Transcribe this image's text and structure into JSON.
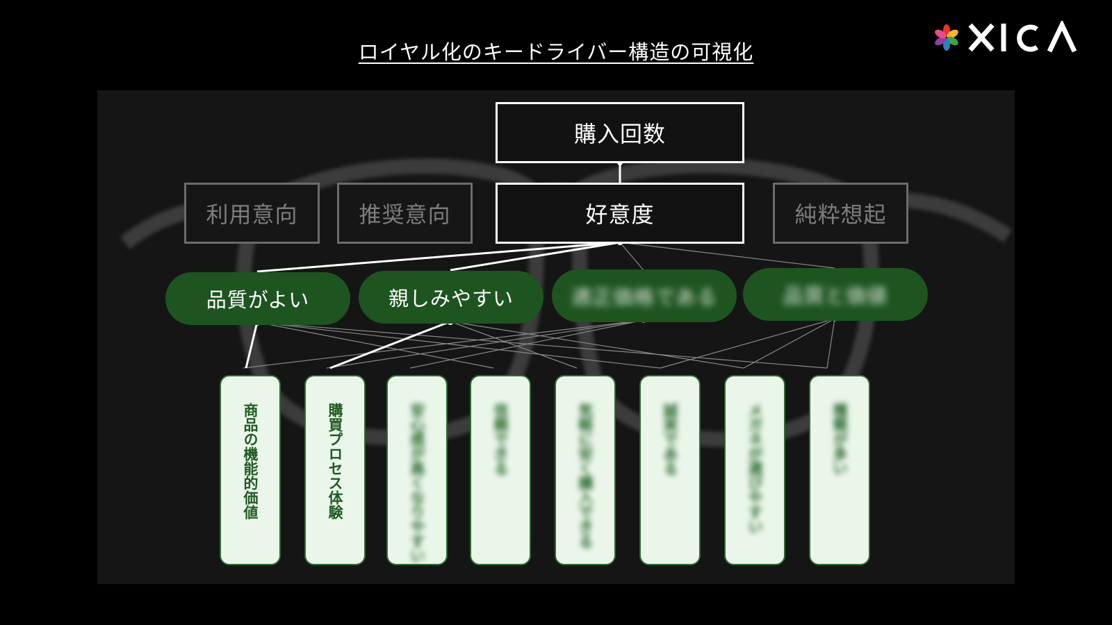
{
  "title": "ロイヤル化のキードライバー構造の可視化",
  "logo": {
    "text": "XICA",
    "icon": "pinwheel-logo-icon",
    "colors": [
      "#e8352f",
      "#f7b62d",
      "#3aa548",
      "#2f7fc1",
      "#8e3fa0",
      "#e84d8a"
    ]
  },
  "colors": {
    "page_bg": "#000000",
    "panel_bg": "#151515",
    "pill_green": "#1e5420",
    "card_bg": "#eaf6ea",
    "card_text": "#1f5a22",
    "dim_gray": "#7d7d7d"
  },
  "top_metric": "購入回数",
  "kpis": [
    {
      "label": "利用意向",
      "highlighted": false
    },
    {
      "label": "推奨意向",
      "highlighted": false
    },
    {
      "label": "好意度",
      "highlighted": true
    },
    {
      "label": "純粋想起",
      "highlighted": false
    }
  ],
  "drivers": [
    {
      "label": "品質がよい",
      "blurred": false
    },
    {
      "label": "親しみやすい",
      "blurred": false
    },
    {
      "label": "適正価格である",
      "blurred": true
    },
    {
      "label": "品質と価値",
      "blurred": true
    }
  ],
  "factors": [
    {
      "label": "商品の機能的価値",
      "blurred": false
    },
    {
      "label": "購買プロセス体験",
      "blurred": false
    },
    {
      "label": "安心感が高くなりやすい",
      "blurred": true
    },
    {
      "label": "信頼できる",
      "blurred": true
    },
    {
      "label": "気軽に安く購入できる",
      "blurred": true
    },
    {
      "label": "誠実である",
      "blurred": true
    },
    {
      "label": "メガネが選びやすい",
      "blurred": true
    },
    {
      "label": "種類が多い",
      "blurred": true
    }
  ]
}
